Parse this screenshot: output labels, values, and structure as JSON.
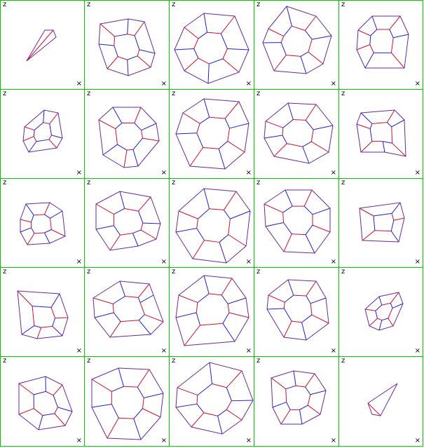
{
  "grid": {
    "rows": 5,
    "cols": 5
  },
  "cell": {
    "corner_label": "z",
    "close_label": "×"
  },
  "colors": {
    "border": "#00cc00",
    "outline": "#6a2a9a",
    "edge_a": "#d01030",
    "edge_b": "#2020d0"
  },
  "icons": {
    "close": "close-icon"
  }
}
